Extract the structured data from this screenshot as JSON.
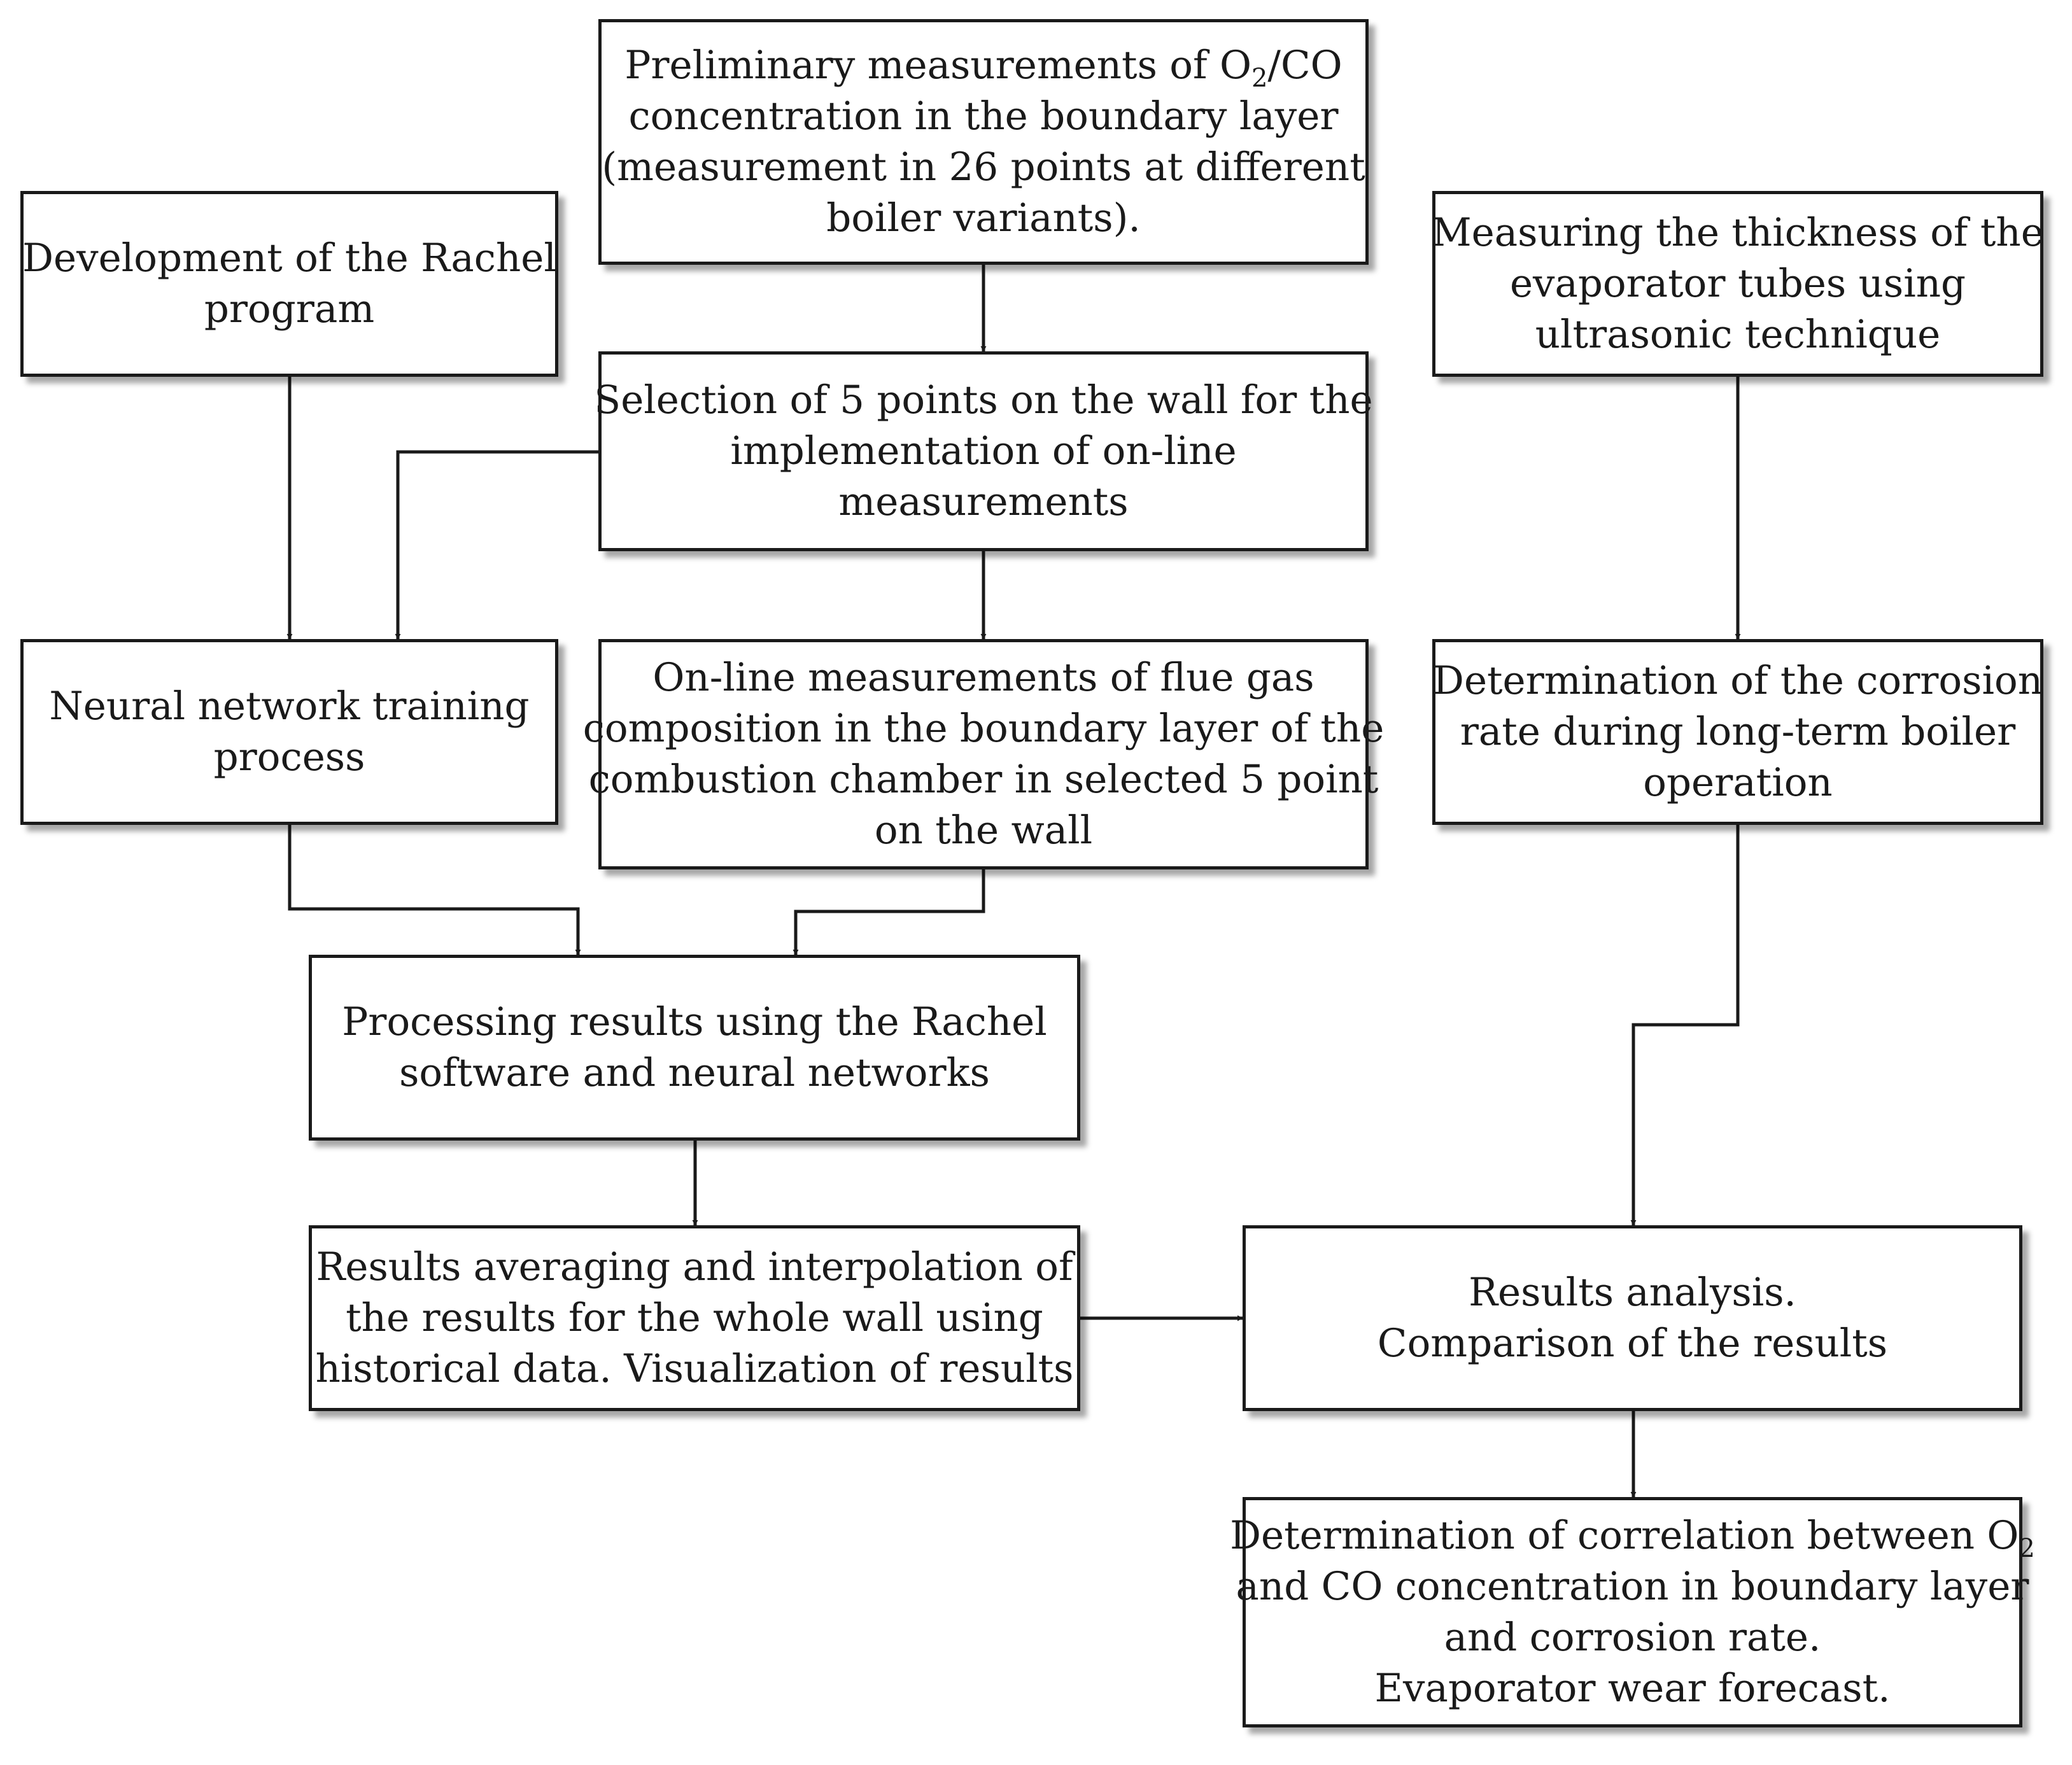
{
  "diagram": {
    "nodes": {
      "preliminary": {
        "lines": [
          "Preliminary measurements of O",
          "concentration in the boundary layer",
          "(measurement in 26 points at different",
          "boiler variants)."
        ],
        "sub": "2",
        "line1_suffix": "/CO"
      },
      "rachel_dev": {
        "lines": [
          "Development of the Rachel",
          "program"
        ]
      },
      "thickness": {
        "lines": [
          "Measuring the thickness of the",
          "evaporator tubes using",
          "ultrasonic technique"
        ]
      },
      "selection": {
        "lines": [
          "Selection of 5 points on the wall for the",
          "implementation of on-line",
          "measurements"
        ]
      },
      "neural": {
        "lines": [
          "Neural network training",
          "process"
        ]
      },
      "online": {
        "lines": [
          "On-line measurements of flue gas",
          "composition in the boundary layer of the",
          "combustion chamber in selected 5 point",
          "on the wall"
        ]
      },
      "corrosion_rate": {
        "lines": [
          "Determination of the corrosion",
          "rate during long-term boiler",
          "operation"
        ]
      },
      "processing": {
        "lines": [
          "Processing results using the Rachel",
          "software and neural networks"
        ]
      },
      "averaging": {
        "lines": [
          "Results averaging and interpolation of",
          "the results for the whole wall using",
          "historical data. Visualization of results"
        ]
      },
      "analysis": {
        "lines": [
          "Results analysis.",
          "Comparison of the results"
        ]
      },
      "correlation": {
        "lines": [
          "Determination of correlation between O",
          "and CO concentration in boundary layer",
          "and corrosion rate.",
          "Evaporator wear forecast."
        ],
        "sub": "2"
      }
    }
  }
}
